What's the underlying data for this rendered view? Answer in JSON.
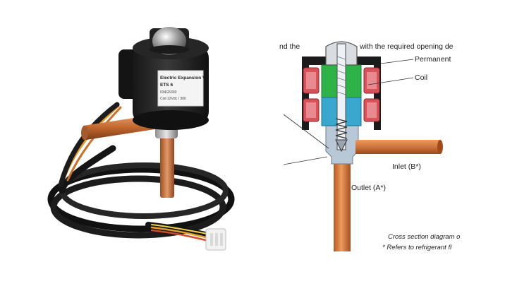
{
  "product_label": {
    "line1": "Electric Expansion V",
    "line2": "ETS 6",
    "line3": "034G5300",
    "line4": "Coil 12Vdc / 300"
  },
  "diagram": {
    "top_text_left": "nd the",
    "top_text_right": "with the required opening de",
    "label_permanent": "Permanent",
    "label_coil": "Coil",
    "label_inlet": "Inlet (B*)",
    "label_outlet": "Outlet  (A*)",
    "caption_line1": "Cross section diagram o",
    "caption_line2": "* Refers to refrigerant fl"
  },
  "colors": {
    "copper": "#c9703a",
    "magnet_red": "#d8525a",
    "rotor_green": "#2fb24a",
    "body_blue": "#3aa7cf",
    "housing": "#1b1b1b"
  }
}
